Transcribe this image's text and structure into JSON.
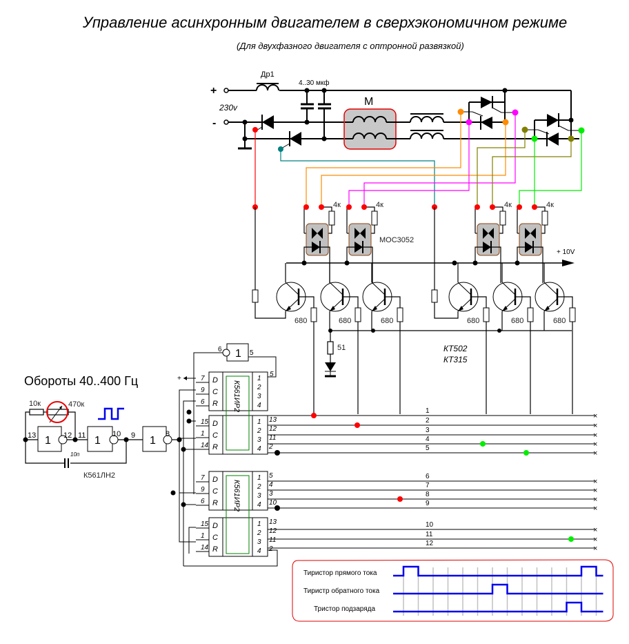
{
  "title": "Управление асинхронным двигателем в сверхэкономичном режиме",
  "subtitle": "(Для двухфазного двигателя с оптронной развязкой)",
  "power": {
    "plus": "+",
    "minus": "-",
    "voltage": "230v",
    "choke": "Др1",
    "capacitor": "4..30 мкф",
    "motor": "M"
  },
  "optocouplers": {
    "resistor": "4к",
    "model": "МОС3052",
    "supply": "+ 10V"
  },
  "transistors": {
    "resistor": "680",
    "diode_resistor": "51",
    "models": [
      "КТ502",
      "КТ315"
    ]
  },
  "generator": {
    "title": "Обороты 40..400 Гц",
    "r1": "10к",
    "r2": "470к",
    "cap": "10п",
    "chip": "К561ЛН2",
    "pins": [
      "13",
      "12",
      "11",
      "10",
      "9",
      "8"
    ],
    "gate_label": "1"
  },
  "registers": {
    "chip": "К561ИР2",
    "plus_label": "+",
    "inverter": {
      "label": "1",
      "pin_in": "6",
      "pin_out": "5"
    },
    "left_pins": [
      "D",
      "C",
      "R"
    ],
    "right_pins": [
      "1",
      "2",
      "3",
      "4"
    ],
    "blocks": [
      {
        "in": [
          "7",
          "9",
          "6"
        ],
        "out": [
          "",
          "",
          "",
          ""
        ]
      },
      {
        "in": [
          "15",
          "1",
          "14"
        ],
        "out": [
          "13",
          "12",
          "11",
          "2"
        ]
      },
      {
        "in": [
          "7",
          "9",
          "6"
        ],
        "out": [
          "5",
          "4",
          "3",
          "10"
        ]
      },
      {
        "in": [
          "15",
          "1",
          "14"
        ],
        "out": [
          "13",
          "12",
          "11",
          "2"
        ]
      }
    ],
    "extra_pin": "5"
  },
  "outputs": [
    "1",
    "2",
    "3",
    "4",
    "5",
    "6",
    "7",
    "8",
    "9",
    "10",
    "11",
    "12"
  ],
  "timing": {
    "rows": [
      {
        "label": "Тиристор прямого тока",
        "pulses": [
          0,
          12
        ]
      },
      {
        "label": "Тиристр обратного тока",
        "pulses": [
          6
        ]
      },
      {
        "label": "Тристор подзаряда",
        "pulses": [
          11
        ]
      }
    ],
    "slots": 13
  },
  "colors": {
    "wire": "#000000",
    "red": "#ff0000",
    "orange": "#ff8c00",
    "magenta": "#ff00ff",
    "teal": "#008080",
    "olive": "#808000",
    "green": "#00ee00",
    "blue": "#0000ee",
    "gray": "#c0c0c0",
    "brown": "#8b4513",
    "dark_green": "#008000"
  }
}
